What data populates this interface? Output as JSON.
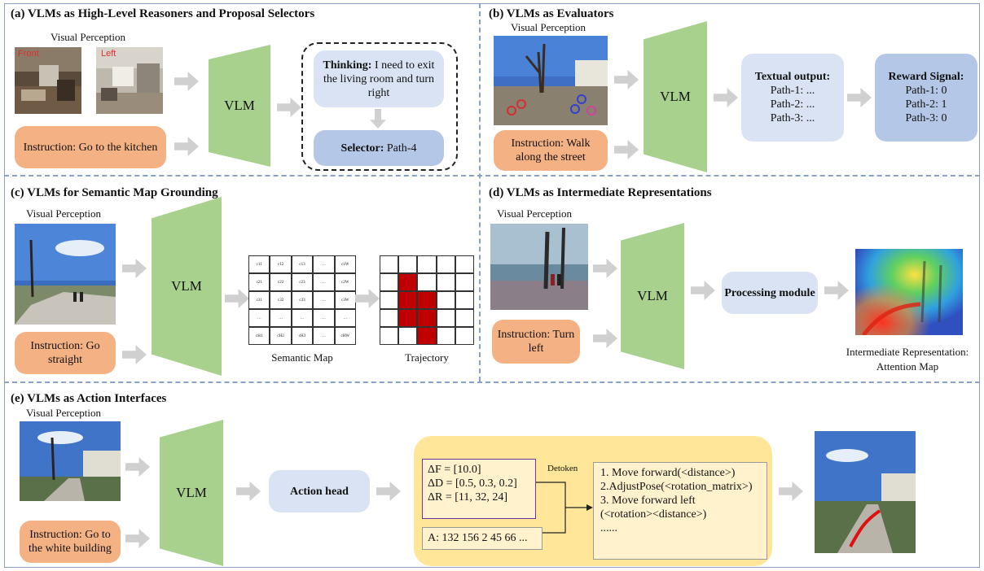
{
  "panels": {
    "a": {
      "title": "(a) VLMs as High-Level Reasoners and Proposal Selectors",
      "perception": "Visual Perception",
      "front_label": "Front",
      "left_label": "Left",
      "instruction": "Instruction: Go to the kitchen",
      "vlm": "VLM",
      "thinking_bold": "Thinking:",
      "thinking_text": "I need to exit the living room and turn right",
      "selector_bold": "Selector:",
      "selector_text": "Path-4"
    },
    "b": {
      "title": "(b) VLMs as Evaluators",
      "perception": "Visual Perception",
      "instruction": "Instruction: Walk along the street",
      "vlm": "VLM",
      "textual_title": "Textual output:",
      "textual_lines": [
        "Path-1: ...",
        "Path-2: ...",
        "Path-3: ..."
      ],
      "reward_title": "Reward Signal:",
      "reward_lines": [
        "Path-1: 0",
        "Path-2: 1",
        "Path-3: 0"
      ]
    },
    "c": {
      "title": "(c) VLMs for Semantic Map Grounding",
      "perception": "Visual Perception",
      "instruction": "Instruction: Go straight",
      "vlm": "VLM",
      "semantic_map_caption": "Semantic Map",
      "trajectory_caption": "Trajectory",
      "semantic_map_cells": [
        [
          "c11",
          "c12",
          "c13",
          "…",
          "c1W"
        ],
        [
          "c21",
          "c22",
          "c23",
          "…",
          "c2W"
        ],
        [
          "c31",
          "c32",
          "c33",
          "…",
          "c3W"
        ],
        [
          "…",
          "…",
          "…",
          "…",
          "…"
        ],
        [
          "cH1",
          "cH2",
          "cH3",
          "…",
          "cHW"
        ]
      ],
      "trajectory_filled": [
        [
          1,
          1
        ],
        [
          2,
          1
        ],
        [
          2,
          2
        ],
        [
          3,
          1
        ],
        [
          3,
          2
        ],
        [
          4,
          2
        ]
      ]
    },
    "d": {
      "title": "(d) VLMs as Intermediate Representations",
      "perception": "Visual Perception",
      "instruction": "Instruction: Turn left",
      "vlm": "VLM",
      "processing": "Processing module",
      "caption_line1": "Intermediate Representation:",
      "caption_line2": "Attention Map"
    },
    "e": {
      "title": "(e) VLMs as Action Interfaces",
      "perception": "Visual Perception",
      "instruction": "Instruction: Go to the white building",
      "vlm": "VLM",
      "action_head": "Action head",
      "deltas": [
        "ΔF = [10.0]",
        "ΔD = [0.5, 0.3, 0.2]",
        "ΔR = [11, 32, 24]"
      ],
      "tokens": "A: 132 156 2 45 66 ...",
      "detoken": "Detoken",
      "actions": [
        "1. Move forward(<distance>)",
        "2.AdjustPose(<rotation_matrix>)",
        "3. Move forward left",
        "(<rotation><distance>)",
        "......"
      ]
    }
  },
  "colors": {
    "vlm": "#a9d18e",
    "instruction": "#f4b183",
    "light_box": "#dae3f3",
    "mid_box": "#b4c7e7",
    "action_area": "#ffe699",
    "traj_fill": "#c00000",
    "divider": "#8aa0c4"
  }
}
